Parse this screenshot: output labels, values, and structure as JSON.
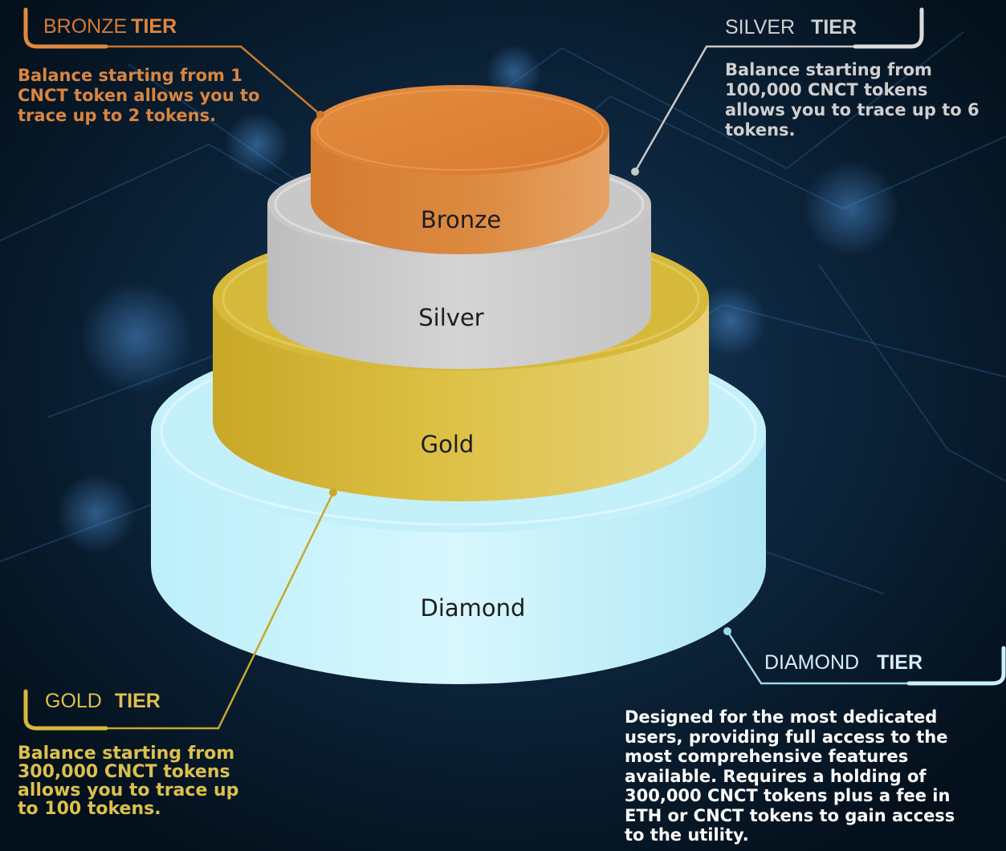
{
  "colors": {
    "background": "#061422",
    "bronze": "#d98a3f",
    "silver": "#cfcfcf",
    "gold": "#d8b93a",
    "diamond": "#c9f1fa"
  },
  "pyramid": {
    "bronze_label": "Bronze",
    "silver_label": "Silver",
    "gold_label": "Gold",
    "diamond_label": "Diamond"
  },
  "tiers": {
    "bronze": {
      "name": "BRONZE",
      "tier_word": "TIER",
      "description": "Balance starting from 1\nCNCT token allows you to\ntrace up to 2 tokens."
    },
    "silver": {
      "name": "SILVER",
      "tier_word": "TIER",
      "description": "Balance starting from\n100,000 CNCT tokens\nallows you to trace up to 6\ntokens."
    },
    "gold": {
      "name": "GOLD",
      "tier_word": "TIER",
      "description": "Balance starting from\n300,000 CNCT tokens\nallows you to trace up\nto 100 tokens."
    },
    "diamond": {
      "name": "DIAMOND",
      "tier_word": "TIER",
      "description": "Designed for the most dedicated\nusers, providing full access to the\nmost comprehensive features\navailable. Requires a holding of\n300,000 CNCT tokens plus a fee in\nETH or CNCT tokens to gain access\nto the utility."
    }
  }
}
